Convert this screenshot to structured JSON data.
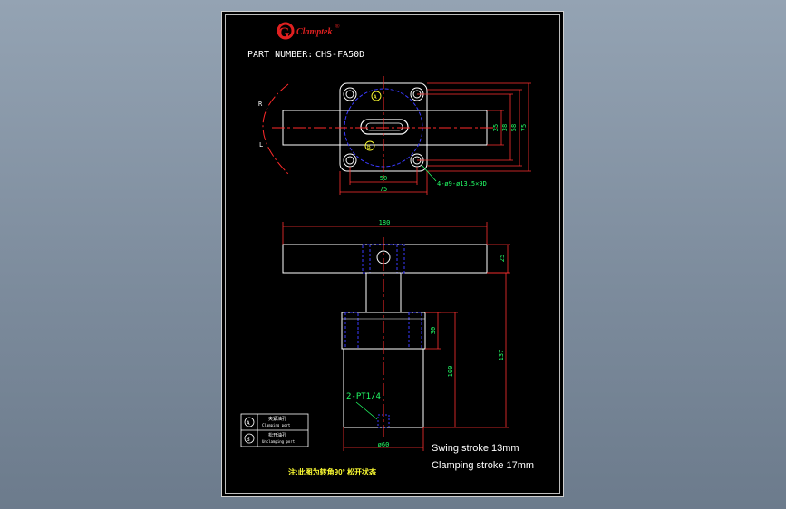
{
  "brand": {
    "logo_letter": "G",
    "name": "Clamptek",
    "mark": "®"
  },
  "title": {
    "label": "PART NUMBER:",
    "value": "CHS-FA50D"
  },
  "top_view": {
    "side_left_top": "R",
    "side_left_bottom": "L",
    "marker_a": "A",
    "marker_b": "B",
    "dims_right": [
      "25",
      "38",
      "58",
      "75"
    ],
    "dims_bottom": [
      "50",
      "75"
    ],
    "hole_callout": "4-ø9-ø13.5×9D"
  },
  "front_view": {
    "arm_length": "180",
    "arm_height": "25",
    "body_dim_30": "30",
    "body_dim_100": "100",
    "body_dim_137": "137",
    "port_callout": "2-PT1/4",
    "body_diameter": "ø60"
  },
  "legend": {
    "rows": [
      {
        "marker": "A",
        "cn": "夹紧油孔",
        "en": "Clamping port"
      },
      {
        "marker": "B",
        "cn": "松开油孔",
        "en": "Unclamping port"
      }
    ]
  },
  "notes": {
    "swing_stroke": "Swing stroke 13mm",
    "clamping_stroke": "Clamping stroke 17mm",
    "footnote": "注:此图为转角90° 松开状态"
  },
  "colors": {
    "outline": "#ffffff",
    "hidden": "#3a3aff",
    "center": "#ff2a2a",
    "dimension": "#ff3030",
    "text": "#ffffff",
    "callout": "#22ff66",
    "note": "#ffff33",
    "logo": "#e02020"
  }
}
